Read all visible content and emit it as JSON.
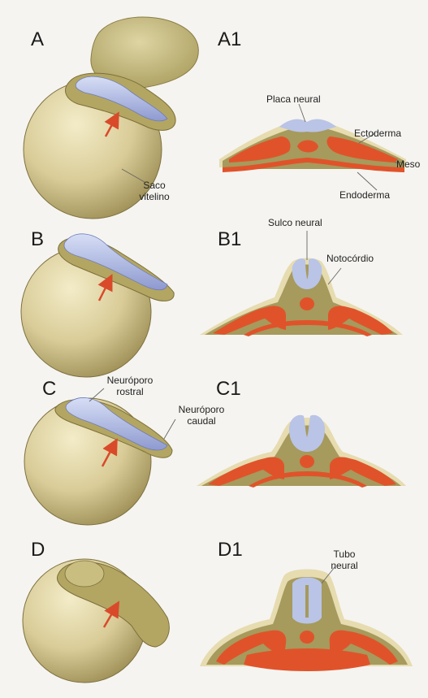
{
  "panels": {
    "a": {
      "letter": "A",
      "section_letter": "A1"
    },
    "b": {
      "letter": "B",
      "section_letter": "B1"
    },
    "c": {
      "letter": "C",
      "section_letter": "C1"
    },
    "d": {
      "letter": "D",
      "section_letter": "D1"
    }
  },
  "labels": {
    "placa_neural": "Placa neural",
    "ectoderma": "Ectoderma",
    "meso": "Meso",
    "endoderma": "Endoderma",
    "saco_line1": "Saco",
    "saco_line2": "vitelino",
    "sulco_neural": "Sulco neural",
    "notocordio": "Notocórdio",
    "neuroporo_rostral_line1": "Neuróporo",
    "neuroporo_rostral_line2": "rostral",
    "neuroporo_caudal_line1": "Neuróporo",
    "neuroporo_caudal_line2": "caudal",
    "tubo_line1": "Tubo",
    "tubo_line2": "neural"
  },
  "colors": {
    "background": "#f5f4f0",
    "yolk_sac": "#d9cc98",
    "yolk_sac_shadow": "#9a8c52",
    "embryo_disc": "#b8ac6c",
    "neural_tissue": "#b9c4e6",
    "neural_tissue_dark": "#7c88c4",
    "mesoderm": "#e0532a",
    "section_olive": "#a69a5c",
    "ectoderm_pale": "#e6dcb0",
    "arrow": "#d94a2a"
  }
}
